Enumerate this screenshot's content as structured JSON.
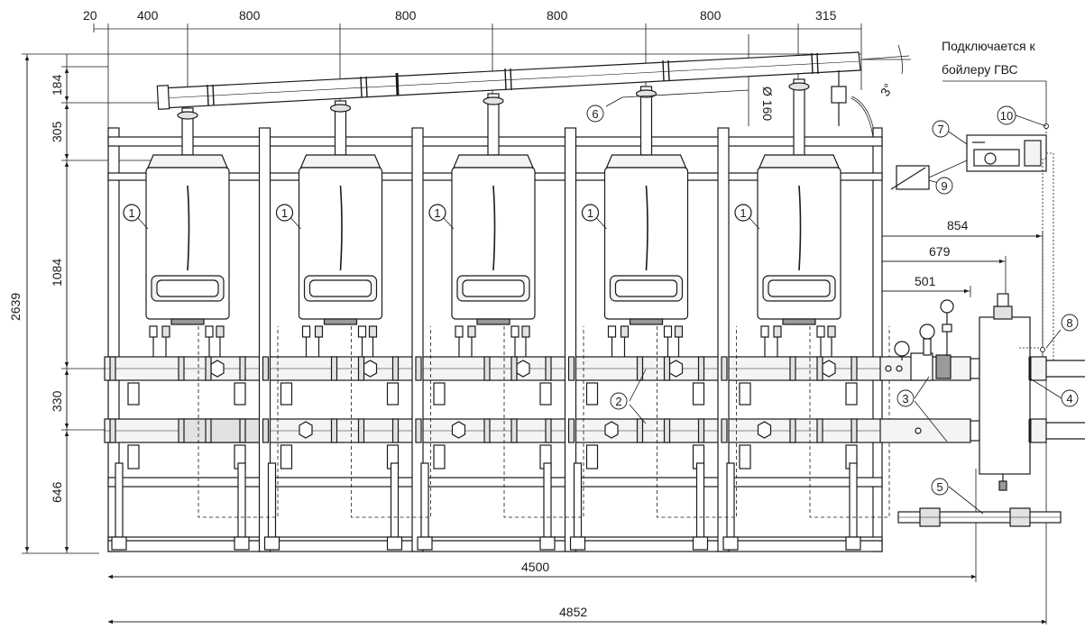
{
  "diagram": {
    "top_dimensions": [
      "20",
      "400",
      "800",
      "800",
      "800",
      "800",
      "315"
    ],
    "left_dimensions": [
      "184",
      "305",
      "1084",
      "330",
      "646"
    ],
    "overall_height": "2639",
    "bottom_dimensions": [
      "4500",
      "4852"
    ],
    "right_dimensions": [
      "854",
      "679",
      "501"
    ],
    "flue_diameter": "Ø 160",
    "flue_slope": "3°",
    "dhw_note_line1": "Подключается к",
    "dhw_note_line2": "бойлеру ГВС",
    "boiler_count": 5,
    "callouts": {
      "boiler": "1",
      "frame_collector": "2",
      "pump_group": "3",
      "hydraulic_separator": "4",
      "dhw_connection": "5",
      "flue": "6",
      "controller": "7",
      "probe": "8",
      "outdoor_sensor": "9",
      "dhw_sensor": "10"
    }
  },
  "colors": {
    "line": "#1a1a1a",
    "fill_light": "#f4f4f4",
    "fill_mid": "#e2e2e2",
    "fill_dark": "#9a9a9a"
  }
}
